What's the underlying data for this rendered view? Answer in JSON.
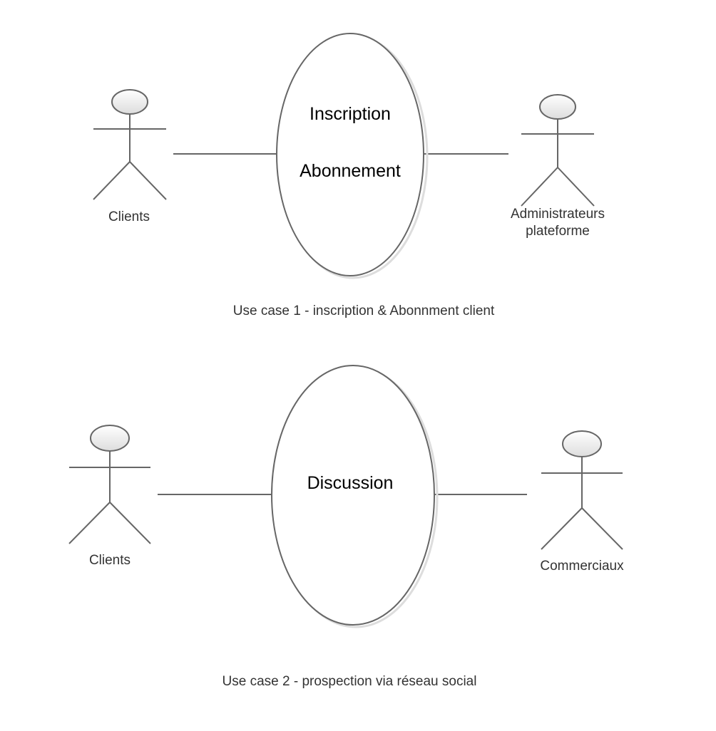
{
  "diagrams": [
    {
      "caption": "Use case 1 - inscription & Abonnment client",
      "use_cases": [
        "Inscription",
        "Abonnement"
      ],
      "left_actor": "Clients",
      "right_actor": "Administrateurs\nplateforme"
    },
    {
      "caption": "Use case 2 - prospection via réseau social",
      "use_cases": [
        "Discussion"
      ],
      "left_actor": "Clients",
      "right_actor": "Commerciaux"
    }
  ],
  "colors": {
    "stroke": "#666666",
    "head_fill_top": "#ffffff",
    "head_fill_bottom": "#dddddd",
    "text": "#333333"
  }
}
